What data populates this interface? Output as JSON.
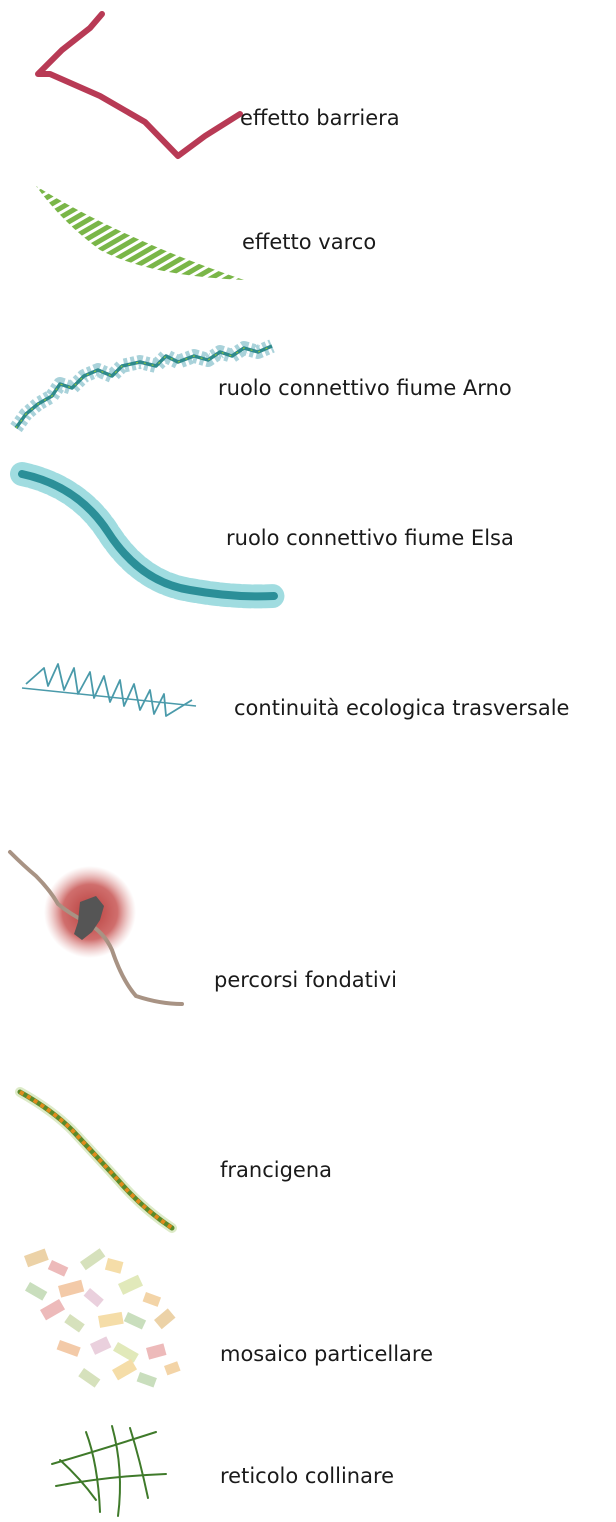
{
  "legend": {
    "items": [
      {
        "label": "effetto barriera",
        "symbol": "barrier-line-symbol",
        "color": "#b83a55"
      },
      {
        "label": "effetto varco",
        "symbol": "green-hatched-wedge-symbol",
        "color": "#7ab648"
      },
      {
        "label": "ruolo connettivo fiume Arno",
        "symbol": "winding-river-symbol",
        "color": "#2e8a8c"
      },
      {
        "label": "ruolo connettivo fiume Elsa",
        "symbol": "curved-river-symbol",
        "color": "#2b8f98"
      },
      {
        "label": "continuità ecologica trasversale",
        "symbol": "zigzag-line-symbol",
        "color": "#4a9aaa"
      },
      {
        "label": "percorsi fondativi",
        "symbol": "historic-route-symbol",
        "color": "#a89384"
      },
      {
        "label": "francigena",
        "symbol": "dotted-route-symbol",
        "color": "#e08a1c"
      },
      {
        "label": "mosaico particellare",
        "symbol": "field-mosaic-symbol",
        "color": "#e6c48a"
      },
      {
        "label": "reticolo collinare",
        "symbol": "hill-grid-symbol",
        "color": "#3f7a2a"
      }
    ]
  }
}
